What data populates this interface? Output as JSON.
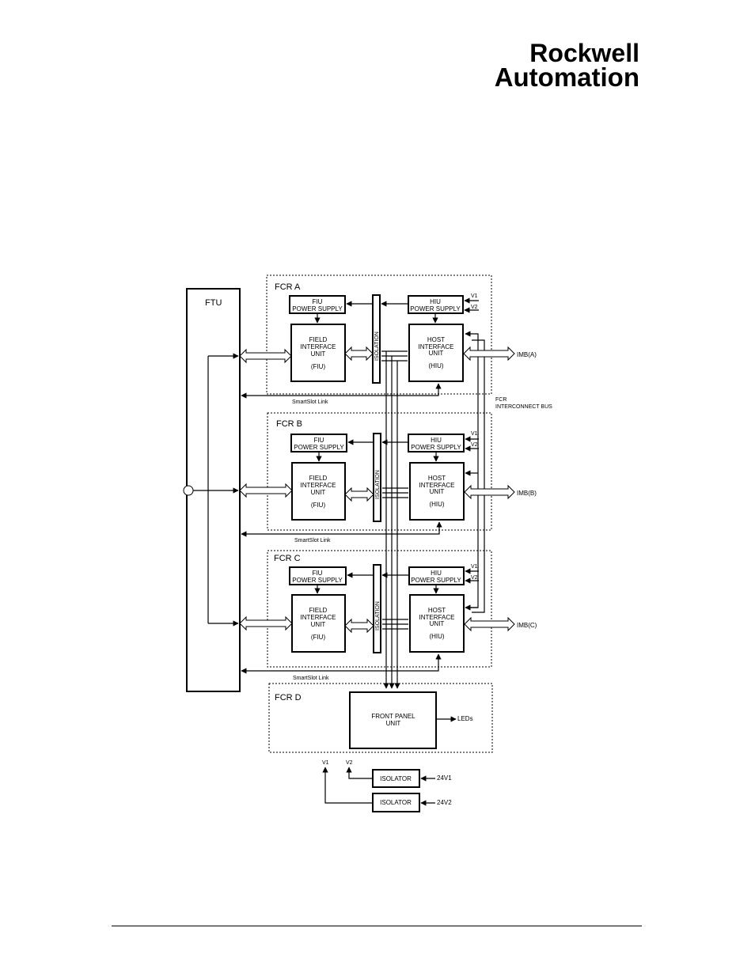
{
  "logo": {
    "line1": "Rockwell",
    "line2": "Automation",
    "color1": "#cc2a2a",
    "color2": "#6a6a6a"
  },
  "diagram": {
    "ftu": "FTU",
    "fcr_a": {
      "title": "FCR A",
      "fiu_ps": [
        "FIU",
        "POWER SUPPLY"
      ],
      "hiu_ps": [
        "HIU",
        "POWER SUPPLY"
      ],
      "fiu": [
        "FIELD",
        "INTERFACE",
        "UNIT",
        "(FIU)"
      ],
      "hiu": [
        "HOST",
        "INTERFACE",
        "UNIT",
        "(HIU)"
      ],
      "isolation": "ISOLATION",
      "v1": "V1",
      "v2": "V2",
      "imb": "IMB(A)",
      "smartslot": "SmartSlot Link"
    },
    "fcr_b": {
      "title": "FCR B",
      "fiu_ps": [
        "FIU",
        "POWER SUPPLY"
      ],
      "hiu_ps": [
        "HIU",
        "POWER SUPPLY"
      ],
      "fiu": [
        "FIELD",
        "INTERFACE",
        "UNIT",
        "(FIU)"
      ],
      "hiu": [
        "HOST",
        "INTERFACE",
        "UNIT",
        "(HIU)"
      ],
      "isolation": "ISOLATION",
      "v1": "V1",
      "v2": "V2",
      "imb": "IMB(B)",
      "smartslot": "SmartSlot Link"
    },
    "fcr_c": {
      "title": "FCR C",
      "fiu_ps": [
        "FIU",
        "POWER SUPPLY"
      ],
      "hiu_ps": [
        "HIU",
        "POWER SUPPLY"
      ],
      "fiu": [
        "FIELD",
        "INTERFACE",
        "UNIT",
        "(FIU)"
      ],
      "hiu": [
        "HOST",
        "INTERFACE",
        "UNIT",
        "(HIU)"
      ],
      "isolation": "ISOLATION",
      "v1": "V1",
      "v2": "V2",
      "imb": "IMB(C)",
      "smartslot": "SmartSlot Link"
    },
    "fcr_interconnect": [
      "FCR",
      "INTERCONNECT BUS"
    ],
    "fcr_d": {
      "title": "FCR D",
      "fpu": [
        "FRONT PANEL",
        "UNIT"
      ],
      "leds": "LEDs"
    },
    "bottom": {
      "v1": "V1",
      "v2": "V2",
      "isolator1": "ISOLATOR",
      "isolator2": "ISOLATOR",
      "in1": "24V1",
      "in2": "24V2"
    }
  }
}
